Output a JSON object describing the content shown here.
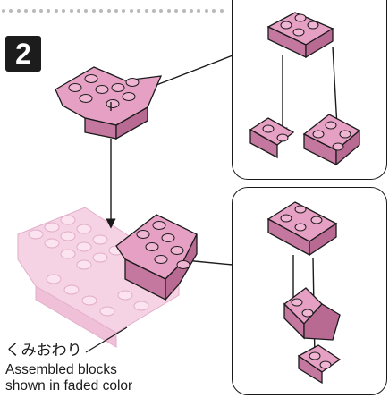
{
  "step": {
    "number": "2"
  },
  "caption": {
    "japanese": "くみおわり",
    "line1": "Assembled blocks",
    "line2": "shown in faded color"
  },
  "colors": {
    "brick": "#e6a0c4",
    "brick_dark": "#c4789f",
    "brick_faded": "#f6d3e4",
    "outline": "#1a1a1a",
    "dots": "#b9b9b9"
  }
}
